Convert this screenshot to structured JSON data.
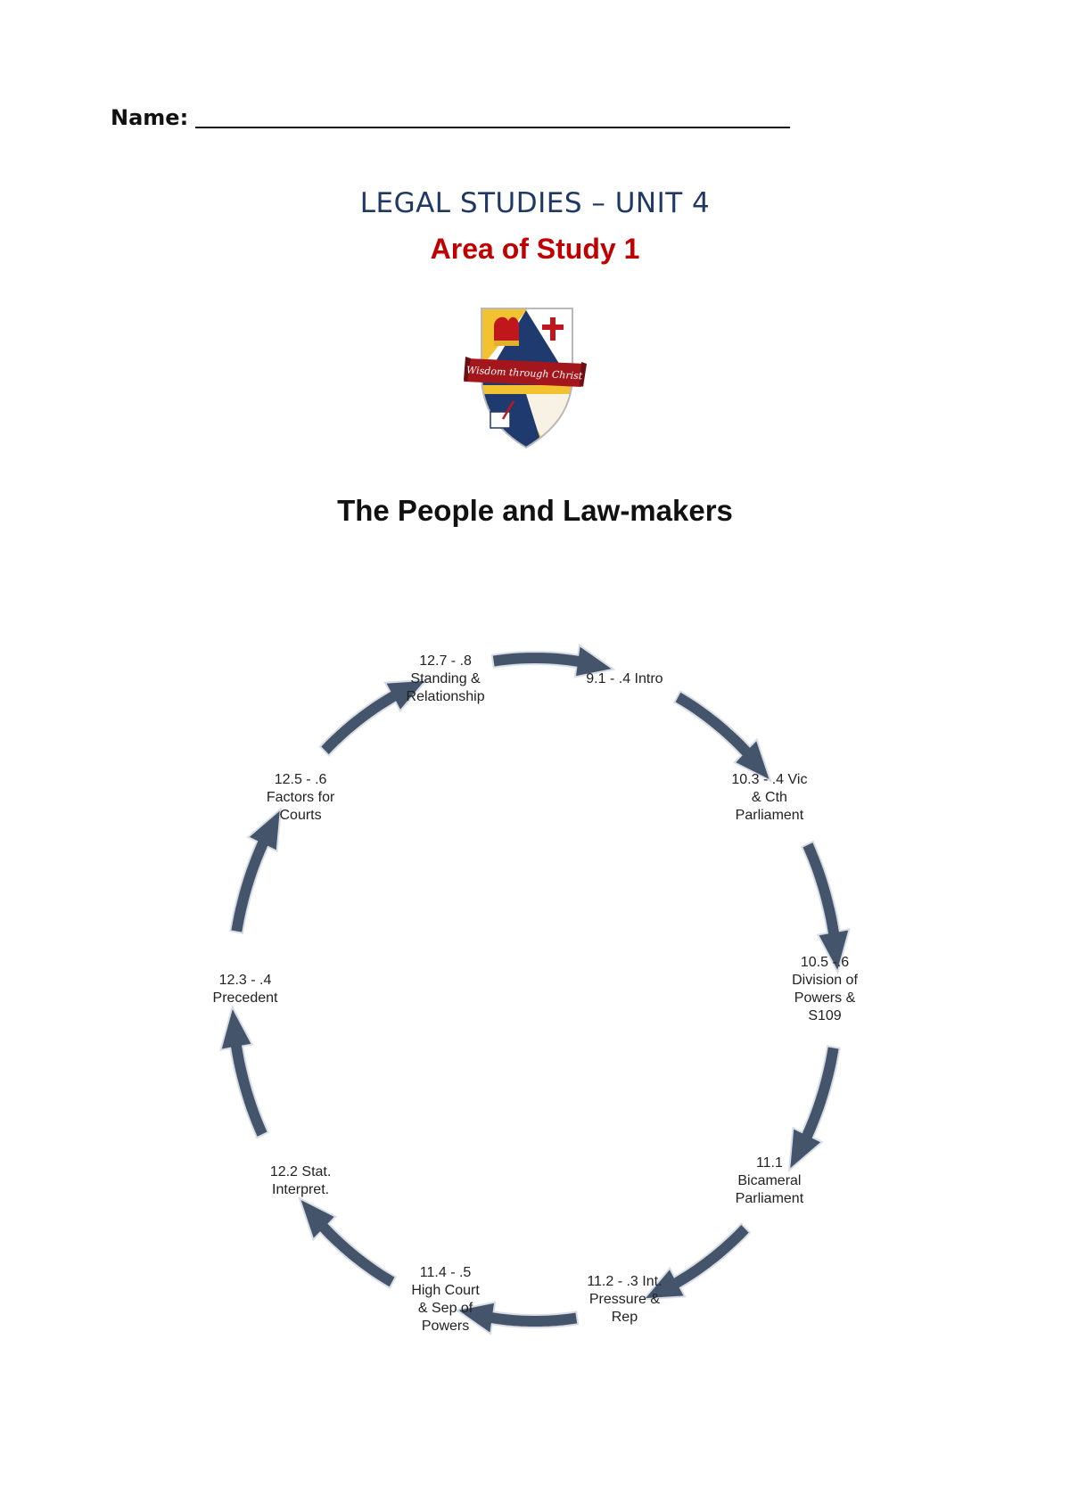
{
  "header": {
    "name_label": "Name:",
    "unit_title": "LEGAL STUDIES – UNIT 4",
    "area_title": "Area of Study 1"
  },
  "crest": {
    "motto": "Wisdom through Christ"
  },
  "document": {
    "title": "The People and Law-makers"
  },
  "cycle": {
    "arrow_color": "#44546a",
    "nodes": [
      "9.1 - .4 Intro",
      "10.3 - .4 Vic\n& Cth\nParliament",
      "10.5 -.6\nDivision of\nPowers &\nS109",
      "11.1\nBicameral\nParliament",
      "11.2 - .3 Int.\nPressure &\nRep",
      "11.4 - .5\nHigh Court\n& Sep of\nPowers",
      "12.2 Stat.\nInterpret.",
      "12.3 - .4\nPrecedent",
      "12.5 - .6\nFactors for\nCourts",
      "12.7 - .8\nStanding &\nRelationship"
    ]
  }
}
